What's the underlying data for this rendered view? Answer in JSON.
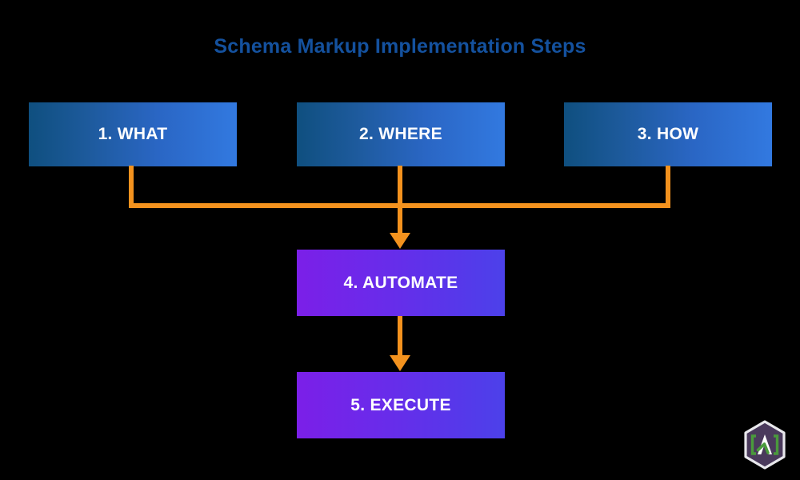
{
  "diagram": {
    "title": "Schema Markup Implementation Steps",
    "background_color": "#000000",
    "title_color": "#14519e",
    "connector_color": "#f3921e",
    "type": "flowchart",
    "nodes": [
      {
        "id": "what",
        "label": "1. WHAT",
        "row": 1,
        "style": "blue",
        "gradient_from": "#0f4f7f",
        "gradient_to": "#3279e0"
      },
      {
        "id": "where",
        "label": "2. WHERE",
        "row": 1,
        "style": "blue",
        "gradient_from": "#0f4f7f",
        "gradient_to": "#3279e0"
      },
      {
        "id": "how",
        "label": "3. HOW",
        "row": 1,
        "style": "blue",
        "gradient_from": "#0f4f7f",
        "gradient_to": "#3279e0"
      },
      {
        "id": "automate",
        "label": "4. AUTOMATE",
        "row": 2,
        "style": "purple",
        "gradient_from": "#7b1fe8",
        "gradient_to": "#4c41ea"
      },
      {
        "id": "execute",
        "label": "5. EXECUTE",
        "row": 3,
        "style": "purple",
        "gradient_from": "#7b1fe8",
        "gradient_to": "#4c41ea"
      }
    ],
    "edges": [
      {
        "from": "what",
        "to": "automate",
        "style": "elbow-merge"
      },
      {
        "from": "where",
        "to": "automate",
        "style": "elbow-merge"
      },
      {
        "from": "how",
        "to": "automate",
        "style": "elbow-merge"
      },
      {
        "from": "automate",
        "to": "execute",
        "style": "straight-arrow"
      }
    ]
  },
  "logo": {
    "name": "bracket-a-logo",
    "letter": "A",
    "hex_fill": "#4a3a5c",
    "border_color": "#e8e8ec",
    "accent_color": "#4a9a3c"
  }
}
